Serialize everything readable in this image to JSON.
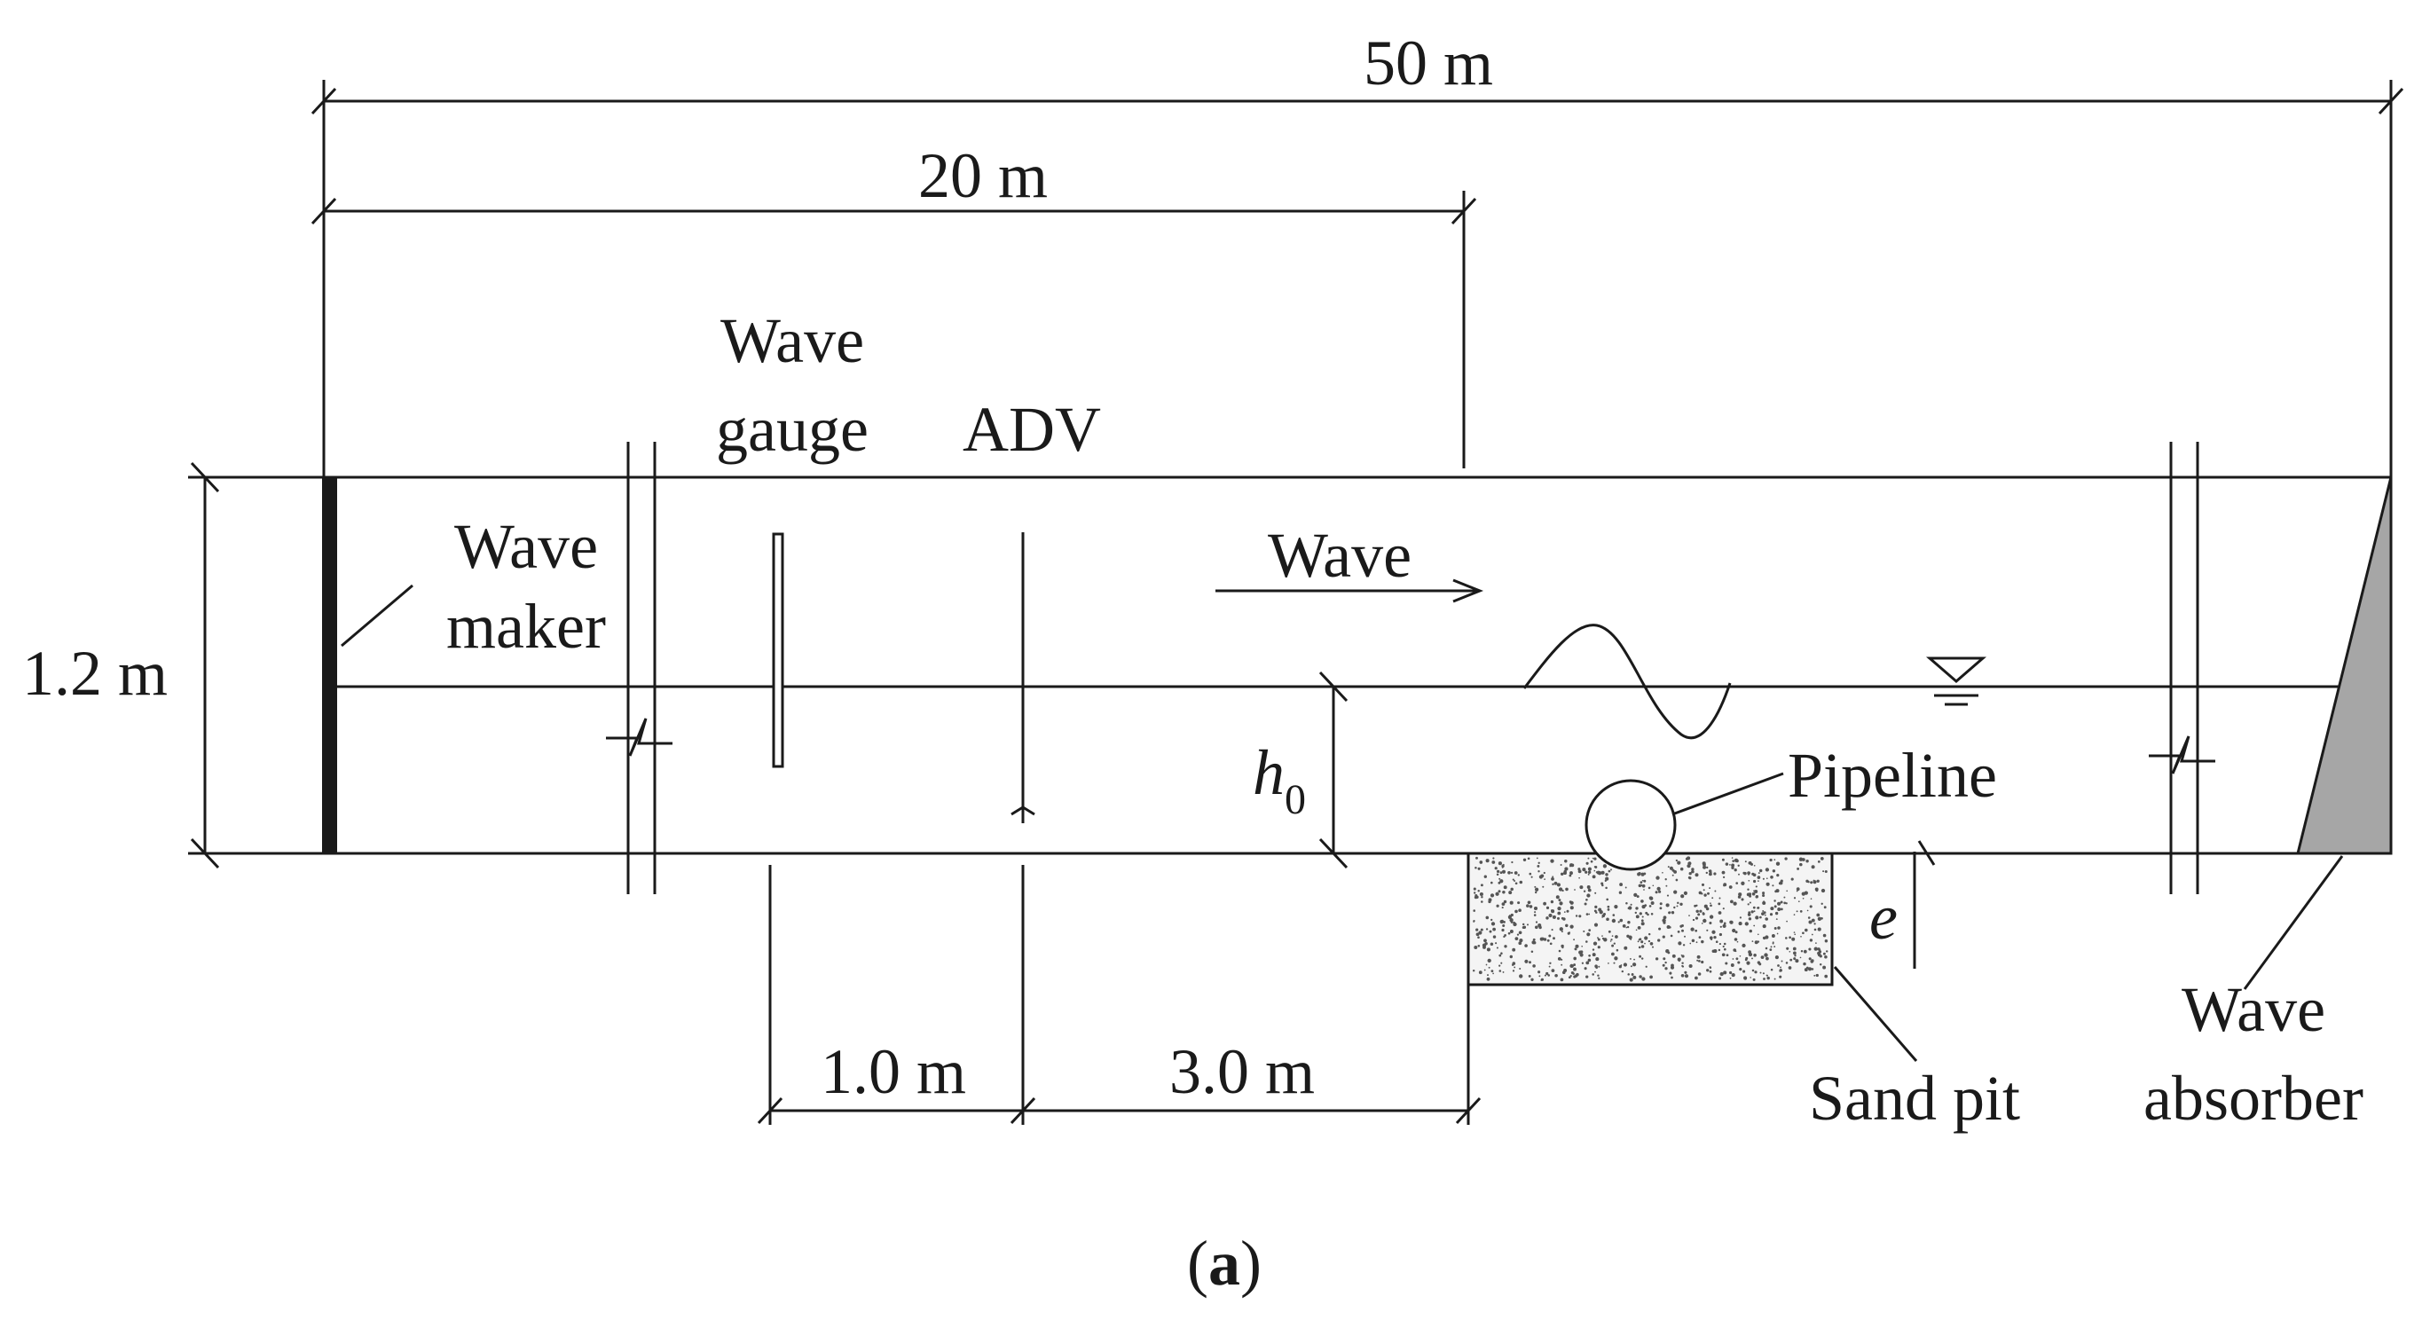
{
  "labels": {
    "total_length": "50 m",
    "generator_distance": "20 m",
    "flume_height": "1.2 m",
    "wave_maker": [
      "Wave",
      "maker"
    ],
    "wave_gauge": [
      "Wave",
      "gauge"
    ],
    "adv": "ADV",
    "wave": "Wave",
    "water_depth_symbol": "h",
    "water_depth_subscript": "0",
    "pipeline": "Pipeline",
    "embedment_symbol": "e",
    "gauge_to_adv": "1.0 m",
    "adv_to_pit": "3.0 m",
    "sand_pit": "Sand pit",
    "wave_absorber": [
      "Wave",
      "absorber"
    ]
  },
  "caption": {
    "open": "(",
    "letter": "a",
    "close": ")"
  },
  "colors": {
    "line": "#1a1a1a",
    "absorber_fill": "#a6a6a6",
    "sand_dot": "#555555"
  }
}
